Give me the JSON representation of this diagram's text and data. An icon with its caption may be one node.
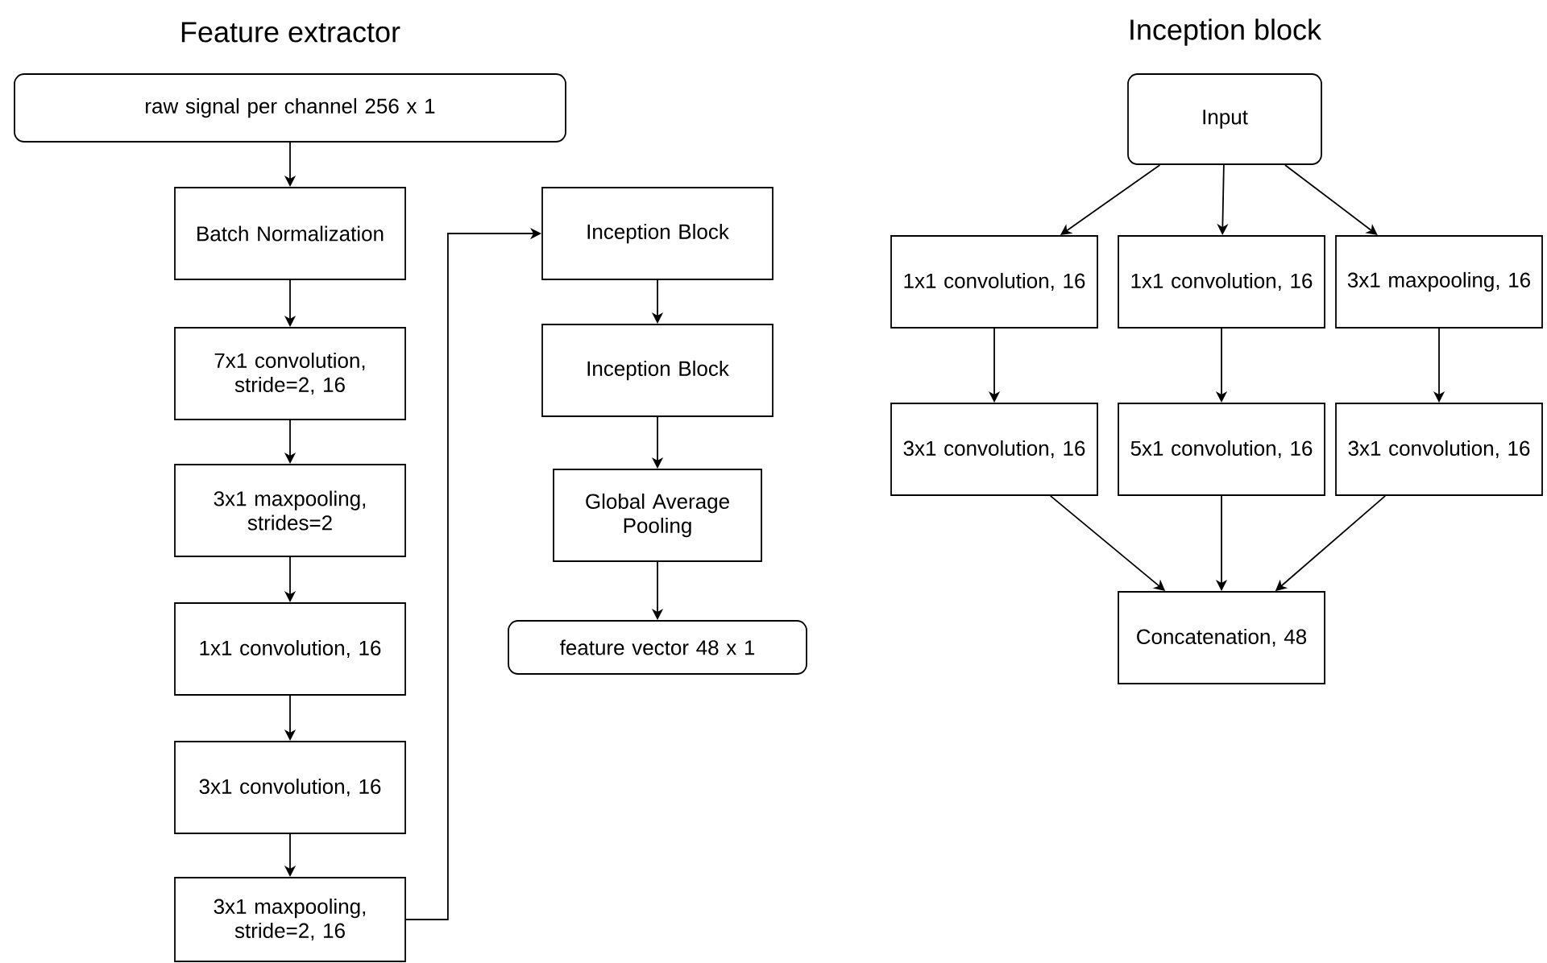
{
  "diagram": {
    "nodes": [
      {
        "text": [
          "raw signal per channel 256 x 1"
        ]
      },
      {
        "text": [
          "Batch Normalization"
        ]
      },
      {
        "text": [
          "7x1 convolution, stride=2, 16"
        ]
      },
      {
        "text": [
          "3x1 maxpooling, strides=2"
        ]
      },
      {
        "text": [
          "1x1 convolution, 16"
        ]
      },
      {
        "text": [
          "3x1 convolution, 16"
        ]
      },
      {
        "text": [
          "3x1 maxpooling, stride=2, 16"
        ]
      },
      {
        "text": [
          "Inception Block"
        ]
      },
      {
        "text": [
          "Inception Block"
        ]
      },
      {
        "text": [
          "Global Average Pooling"
        ]
      },
      {
        "text": [
          "feature vector 48 x 1"
        ]
      },
      {
        "text": [
          "Input"
        ]
      },
      {
        "text": [
          "1x1 convolution, 16"
        ]
      },
      {
        "text": [
          "1x1 convolution, 16"
        ]
      },
      {
        "text": [
          "3x1 maxpooling, 16"
        ]
      },
      {
        "text": [
          "3x1 convolution, 16"
        ]
      },
      {
        "text": [
          "5x1 convolution, 16"
        ]
      },
      {
        "text": [
          "3x1 convolution, 16"
        ]
      },
      {
        "text": [
          "Concatenation, 48"
        ]
      }
    ],
    "edges": [
      {
        "from": 0,
        "to": 1,
        "arrow": "to"
      },
      {
        "from": 1,
        "to": 2,
        "arrow": "to"
      },
      {
        "from": 2,
        "to": 3,
        "arrow": "to"
      },
      {
        "from": 3,
        "to": 4,
        "arrow": "to"
      },
      {
        "from": 4,
        "to": 5,
        "arrow": "to"
      },
      {
        "from": 5,
        "to": 6,
        "arrow": "to"
      },
      {
        "from": 6,
        "to": 7,
        "arrow": "to"
      },
      {
        "from": 7,
        "to": 8,
        "arrow": "to"
      },
      {
        "from": 8,
        "to": 9,
        "arrow": "to"
      },
      {
        "from": 9,
        "to": 10,
        "arrow": "to"
      },
      {
        "from": 11,
        "to": 12,
        "arrow": "to"
      },
      {
        "from": 11,
        "to": 13,
        "arrow": "to"
      },
      {
        "from": 11,
        "to": 14,
        "arrow": "to"
      },
      {
        "from": 12,
        "to": 15,
        "arrow": "to"
      },
      {
        "from": 13,
        "to": 16,
        "arrow": "to"
      },
      {
        "from": 14,
        "to": 17,
        "arrow": "to"
      },
      {
        "from": 15,
        "to": 18,
        "arrow": "to"
      },
      {
        "from": 16,
        "to": 18,
        "arrow": "to"
      },
      {
        "from": 17,
        "to": 18,
        "arrow": "to"
      }
    ],
    "labels": [
      "Feature extractor",
      "Inception block"
    ]
  }
}
